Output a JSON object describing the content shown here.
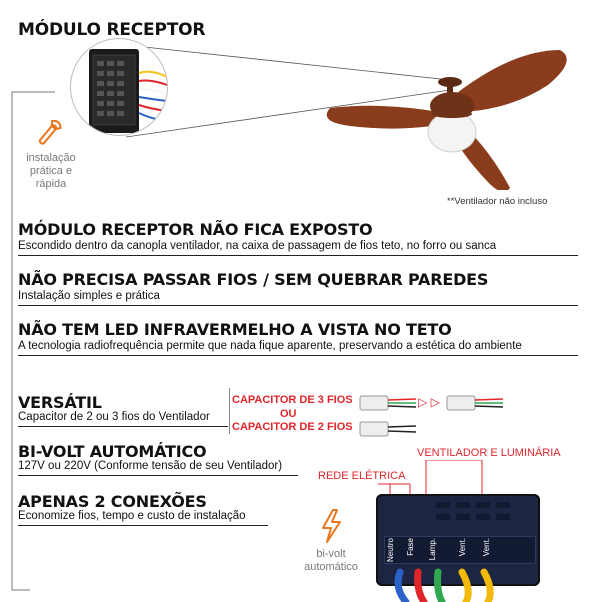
{
  "header": {
    "title": "MÓDULO RECEPTOR"
  },
  "install_note": {
    "line1": "instalação",
    "line2": "prática e",
    "line3": "rápida"
  },
  "fan_note": "**Ventilador não incluso",
  "features": [
    {
      "title": "MÓDULO RECEPTOR NÃO FICA EXPOSTO",
      "text": "Escondido dentro da canopla ventilador, na caixa de passagem de fios teto, no forro ou sanca"
    },
    {
      "title": "NÃO PRECISA PASSAR FIOS / SEM QUEBRAR PAREDES",
      "text": "Instalação simples e prática"
    },
    {
      "title": "NÃO TEM LED INFRAVERMELHO A VISTA NO TETO",
      "text": "A tecnologia radiofrequência permite que nada fique aparente, preservando a estética do ambiente"
    }
  ],
  "versatil": {
    "title": "VERSÁTIL",
    "text": "Capacitor de 2 ou 3 fios do Ventilador",
    "cap3": "CAPACITOR DE 3 FIOS",
    "ou": "OU",
    "cap2": "CAPACITOR DE 2 FIOS",
    "arrows": "▷ ▷"
  },
  "bivolt": {
    "title": "BI-VOLT AUTOMÁTICO",
    "text": "127V ou 220V (Conforme tensão de seu Ventilador)"
  },
  "conexoes": {
    "title": "APENAS 2 CONEXÕES",
    "text": "Economize fios, tempo e custo de instalação"
  },
  "bivolt_icon_label": {
    "line1": "bi-volt",
    "line2": "automático"
  },
  "receiver_labels": {
    "ventilador": "VENTILADOR E LUMINÁRIA",
    "rede": "REDE ELÉTRICA",
    "terminals": [
      "Neutro",
      "Fase",
      "Lamp.",
      "Vent.",
      "Vent."
    ]
  },
  "colors": {
    "accent_red": "#e0262a",
    "orange": "#e8761e",
    "blade": "#8a3d1c",
    "module_navy": "#1c2541"
  }
}
